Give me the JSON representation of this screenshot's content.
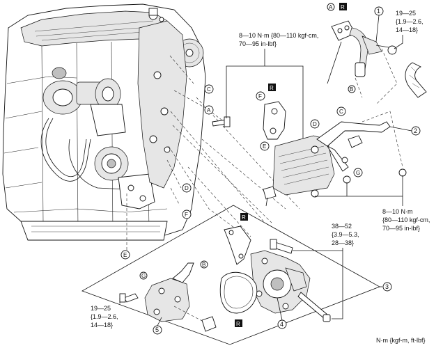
{
  "torque_specs": {
    "top_center": [
      "8—10 N·m {80—110 kgf-cm,",
      "70—95 in-lbf}"
    ],
    "top_right": [
      "19—25",
      "{1.9—2.6,",
      "14—18}"
    ],
    "right_middle": [
      "8—10 N·m",
      "{80—110 kgf-cm,",
      "70—95 in-lbf}"
    ],
    "pump_right": [
      "38—52",
      "{3.9—5.3,",
      "28—38}"
    ],
    "bottom_left": [
      "19—25",
      "{1.9—2.6,",
      "14—18}"
    ]
  },
  "units_note": "N·m {kgf-m, ft-lbf}",
  "replace_marker": "R",
  "circled_numbers": [
    "1",
    "2",
    "3",
    "4",
    "5"
  ],
  "circled_letters": {
    "A": "A",
    "B": "B",
    "C": "C",
    "D": "D",
    "E": "E",
    "F": "F",
    "G": "G"
  }
}
